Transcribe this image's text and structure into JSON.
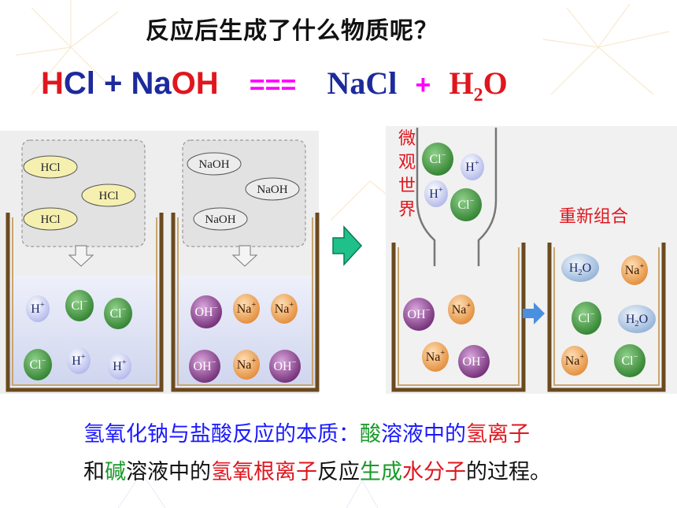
{
  "title": "反应后生成了什么物质呢？",
  "equation": {
    "hcl_h": "H",
    "hcl_cl": "Cl",
    "plus1": " + ",
    "naoh_na": "Na",
    "naoh_oh": "OH",
    "arrow": "===",
    "nacl": "NaCl",
    "plus2": "+",
    "h2o_h": "H",
    "h2o_sub": "2",
    "h2o_o": "O"
  },
  "labels": {
    "micro_world": [
      "微",
      "观",
      "世",
      "界"
    ],
    "regroup": "重新组合"
  },
  "beaker1": {
    "funnel_molecules": [
      "HCl",
      "HCl",
      "HCl"
    ],
    "ions": [
      "H+",
      "Cl-",
      "Cl-",
      "Cl-",
      "H+",
      "H+"
    ]
  },
  "beaker2": {
    "funnel_molecules": [
      "NaOH",
      "NaOH",
      "NaOH"
    ],
    "ions": [
      "OH-",
      "Na+",
      "Na+",
      "OH-",
      "Na+",
      "OH-"
    ]
  },
  "beaker3": {
    "funnel_ions": [
      "Cl-",
      "H+",
      "H+",
      "Cl-"
    ],
    "ions": [
      "OH-",
      "Na+",
      "Na+",
      "OH-"
    ]
  },
  "beaker4": {
    "ions": [
      "H2O",
      "Na+",
      "Cl-",
      "H2O",
      "Na+",
      "Cl-"
    ]
  },
  "summary": {
    "line1": [
      {
        "text": "氢氧化钠与盐酸反应的本质：",
        "color": "blue"
      },
      {
        "text": "酸",
        "color": "green"
      },
      {
        "text": "溶液中的",
        "color": "blue"
      },
      {
        "text": "氢离子",
        "color": "red"
      }
    ],
    "line2": [
      {
        "text": "和",
        "color": "black"
      },
      {
        "text": "碱",
        "color": "green"
      },
      {
        "text": "溶液中的",
        "color": "black"
      },
      {
        "text": "氢氧根离子",
        "color": "red"
      },
      {
        "text": "反应",
        "color": "black"
      },
      {
        "text": "生成",
        "color": "green"
      },
      {
        "text": "水分子",
        "color": "red"
      },
      {
        "text": "的过程。",
        "color": "black"
      }
    ]
  },
  "colors": {
    "h_ion": "#c8cdf0",
    "cl_ion": "#3f9a3c",
    "na_ion": "#f0a050",
    "oh_ion": "#8a3d8e",
    "h2o": "#a9c4e0",
    "hcl_molecule": "#f6f0b0",
    "naoh_molecule": "#ececec",
    "liquid": "#dfe3f3",
    "funnel_panel": "#e6e6e6"
  }
}
